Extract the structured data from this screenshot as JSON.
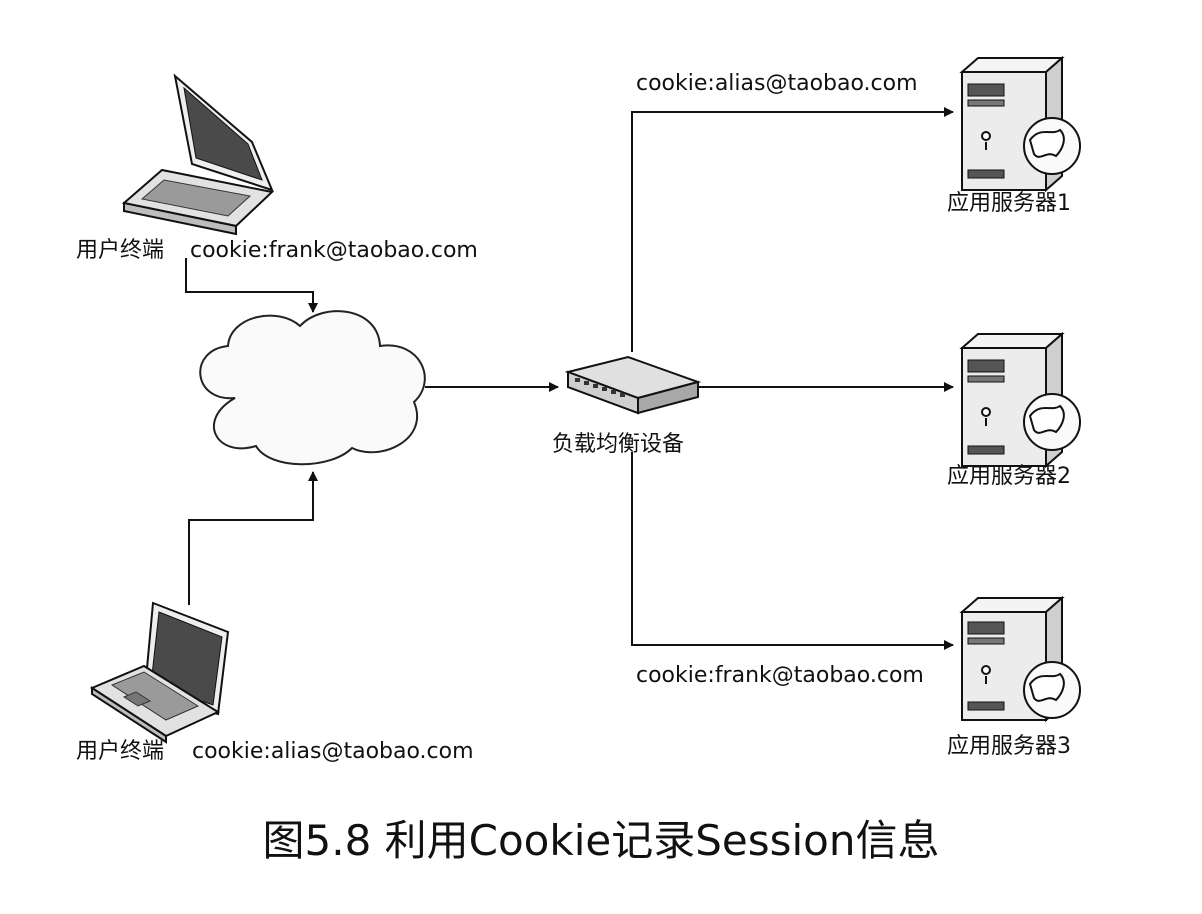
{
  "clients": [
    {
      "label": "用户终端",
      "cookie": "cookie:frank@taobao.com"
    },
    {
      "label": "用户终端",
      "cookie": "cookie:alias@taobao.com"
    }
  ],
  "load_balancer": {
    "label": "负载均衡设备"
  },
  "servers": [
    {
      "label": "应用服务器1",
      "cookie": "cookie:alias@taobao.com"
    },
    {
      "label": "应用服务器2",
      "cookie": ""
    },
    {
      "label": "应用服务器3",
      "cookie": "cookie:frank@taobao.com"
    }
  ],
  "caption": "图5.8 利用Cookie记录Session信息",
  "colors": {
    "line": "#111111",
    "device_fill": "#e8e8e8",
    "screen": "#555555"
  }
}
